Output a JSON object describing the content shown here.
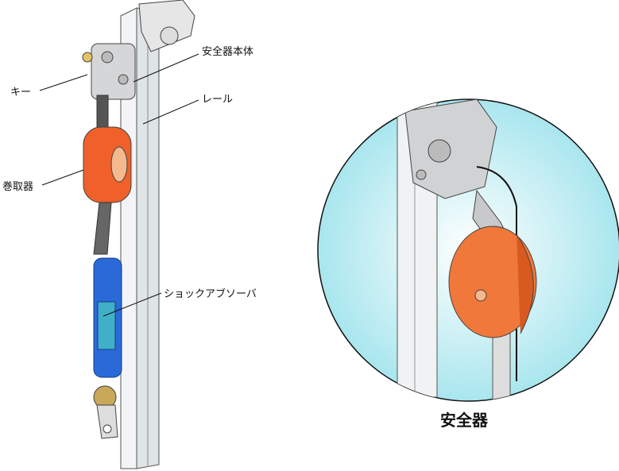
{
  "labels": {
    "key": "キー",
    "winder": "巻取器",
    "safety_body": "安全器本体",
    "rail": "レール",
    "shock_absorber": "ショックアブソーバ"
  },
  "caption": "安全器",
  "colors": {
    "winder": "#f0602a",
    "absorber": "#2a6ad8",
    "circle_bg": "#c9f0f4",
    "rail": "#e8ecef"
  }
}
